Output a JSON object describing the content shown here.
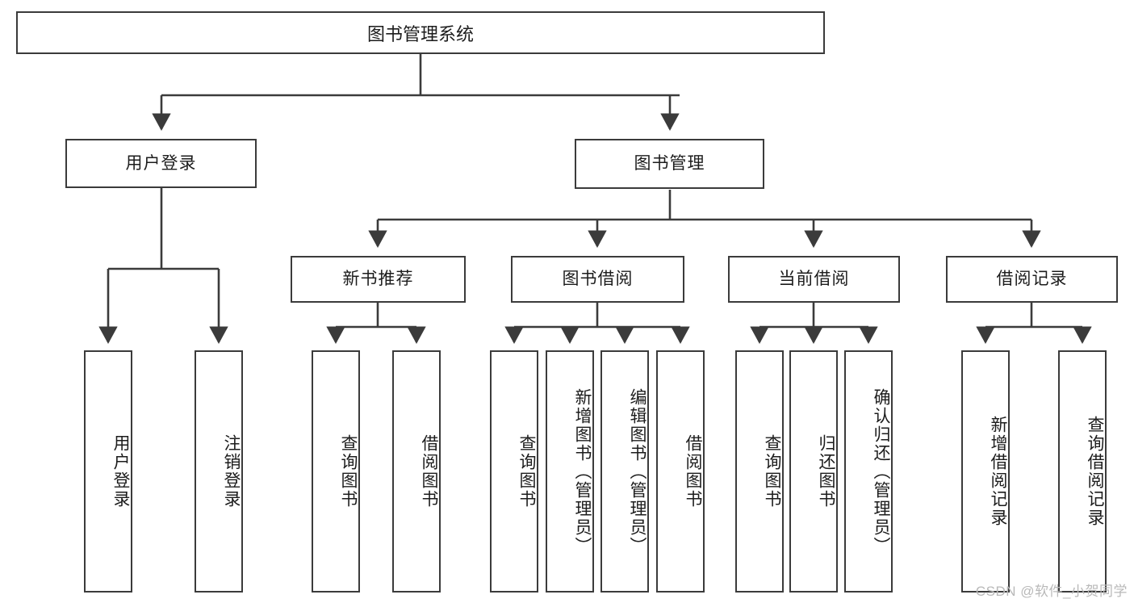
{
  "diagram": {
    "title": "图书管理系统",
    "type": "hierarchy-tree",
    "root": {
      "label": "图书管理系统"
    },
    "level2": [
      {
        "label": "用户登录"
      },
      {
        "label": "图书管理"
      }
    ],
    "level3": [
      {
        "label": "新书推荐"
      },
      {
        "label": "图书借阅"
      },
      {
        "label": "当前借阅"
      },
      {
        "label": "借阅记录"
      }
    ],
    "leaves": {
      "user_login": [
        {
          "label": "用户登录"
        },
        {
          "label": "注销登录"
        }
      ],
      "new_book_recommend": [
        {
          "label": "查询图书"
        },
        {
          "label": "借阅图书"
        }
      ],
      "book_borrow": [
        {
          "label": "查询图书"
        },
        {
          "label": "新增图书（管理员）"
        },
        {
          "label": "编辑图书（管理员）"
        },
        {
          "label": "借阅图书"
        }
      ],
      "current_borrow": [
        {
          "label": "查询图书"
        },
        {
          "label": "归还图书"
        },
        {
          "label": "确认归还（管理员）"
        }
      ],
      "borrow_record": [
        {
          "label": "新增借阅记录"
        },
        {
          "label": "查询借阅记录"
        }
      ]
    },
    "watermark": "CSDN @软件_小贺同学",
    "colors": {
      "stroke": "#3b3b3b",
      "fill": "#ffffff",
      "text": "#1c1c1c",
      "watermark": "#b9b9b9"
    }
  }
}
